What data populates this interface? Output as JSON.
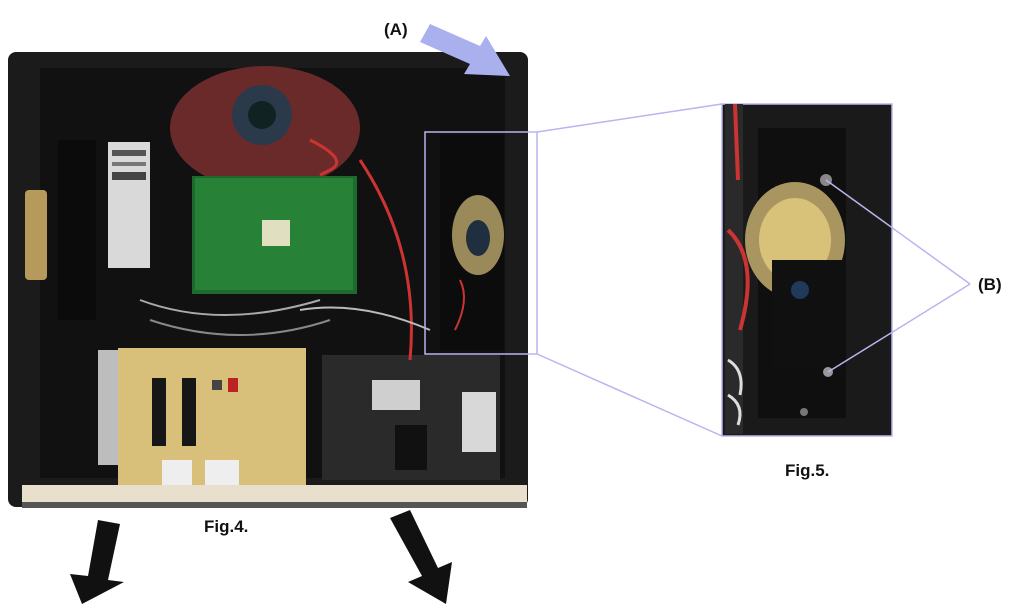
{
  "labels": {
    "callout_a": "(A)",
    "callout_b": "(B)",
    "figure_4": "Fig.4.",
    "figure_5": "Fig.5."
  },
  "colors": {
    "callout_line": "#b7b6ee",
    "arrow_a": "#aab0ee",
    "arrow_down": "#111111",
    "cabinet": "#1c1c1c"
  }
}
